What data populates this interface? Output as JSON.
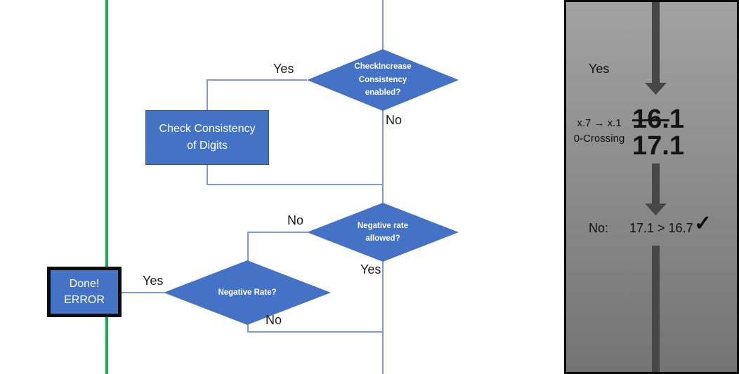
{
  "flowchart": {
    "diamond_check_increase": {
      "label": "CheckIncrease Consistency enabled?"
    },
    "process_check_consistency": {
      "label": "Check Consistency of Digits"
    },
    "diamond_negative_allowed": {
      "label": "Negative rate allowed?"
    },
    "diamond_negative_rate": {
      "label": "Negative Rate?"
    },
    "terminator_done": {
      "line1": "Done!",
      "line2": "ERROR"
    },
    "labels": {
      "yes_top": "Yes",
      "no_top": "No",
      "no_mid": "No",
      "yes_mid": "Yes",
      "yes_done": "Yes",
      "no_bottom": "No"
    }
  },
  "side_panel": {
    "yes_label": "Yes",
    "rule_line1": "x.7 → x.1",
    "rule_line2": "0-Crossing",
    "old_value_struck": "16.",
    "old_value_rest": "1",
    "new_value": "17.1",
    "result_label": "No:",
    "comparison": "17.1 > 16.7",
    "check_icon": "✓"
  },
  "colors": {
    "shape_fill": "#4472C4",
    "shape_border": "#2F5597",
    "connector_blue": "#7D9BD1",
    "green_line": "#1CA75A",
    "panel_gradient_top": "#A2A2A2",
    "panel_gradient_bottom": "#747474",
    "arrow_gray": "#474747",
    "done_border": "#0d0d0d"
  }
}
